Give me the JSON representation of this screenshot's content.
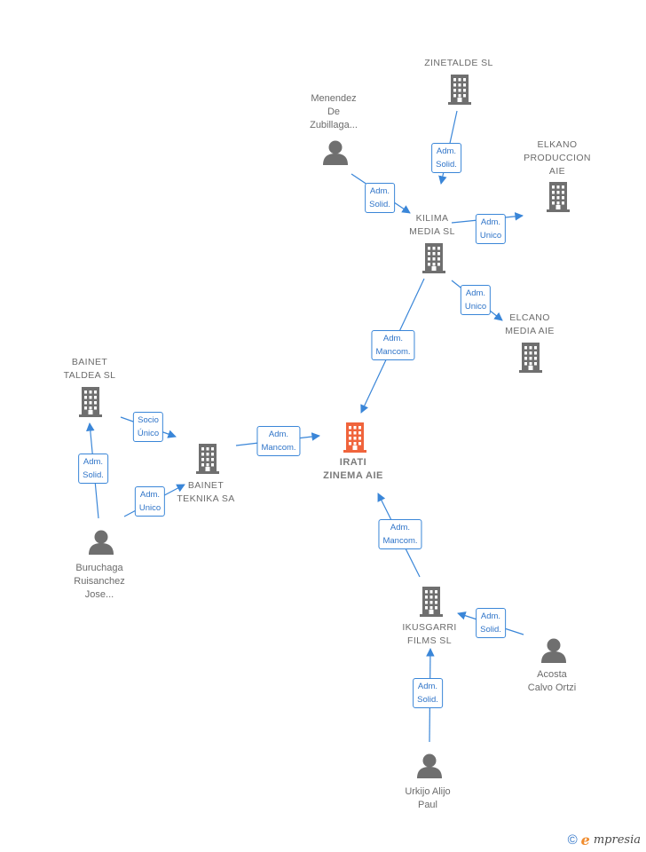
{
  "colors": {
    "edge": "#3a86d8",
    "icon": "#6f6f6f",
    "main_icon": "#f0643c"
  },
  "nodes": {
    "irati": {
      "label": "IRATI\nZINEMA AIE",
      "type": "company",
      "icon": "building-icon",
      "main": true
    },
    "zinetalde": {
      "label": "ZINETALDE SL",
      "type": "company",
      "icon": "building-icon"
    },
    "menendez": {
      "label": "Menendez\nDe\nZubillaga...",
      "type": "person",
      "icon": "person-icon"
    },
    "elkano": {
      "label": "ELKANO\nPRODUCCION\nAIE",
      "type": "company",
      "icon": "building-icon"
    },
    "kilima": {
      "label": "KILIMA\nMEDIA  SL",
      "type": "company",
      "icon": "building-icon"
    },
    "elcano": {
      "label": "ELCANO\nMEDIA  AIE",
      "type": "company",
      "icon": "building-icon"
    },
    "bainet_taldea": {
      "label": "BAINET\nTALDEA  SL",
      "type": "company",
      "icon": "building-icon"
    },
    "bainet_teknika": {
      "label": "BAINET\nTEKNIKA SA",
      "type": "company",
      "icon": "building-icon"
    },
    "buruchaga": {
      "label": "Buruchaga\nRuisanchez\nJose...",
      "type": "person",
      "icon": "person-icon"
    },
    "ikusgarri": {
      "label": "IKUSGARRI\nFILMS  SL",
      "type": "company",
      "icon": "building-icon"
    },
    "acosta": {
      "label": "Acosta\nCalvo Ortzi",
      "type": "person",
      "icon": "person-icon"
    },
    "urkijo": {
      "label": "Urkijo Alijo\nPaul",
      "type": "person",
      "icon": "person-icon"
    }
  },
  "edges": [
    {
      "from": "zinetalde",
      "to": "kilima",
      "label": "Adm.\nSolid."
    },
    {
      "from": "menendez",
      "to": "kilima",
      "label": "Adm.\nSolid."
    },
    {
      "from": "kilima",
      "to": "elkano",
      "label": "Adm.\nUnico"
    },
    {
      "from": "kilima",
      "to": "elcano",
      "label": "Adm.\nUnico"
    },
    {
      "from": "kilima",
      "to": "irati",
      "label": "Adm.\nMancom."
    },
    {
      "from": "bainet_teknika",
      "to": "irati",
      "label": "Adm.\nMancom."
    },
    {
      "from": "bainet_teknika",
      "to": "bainet_taldea",
      "label": "Socio\nÚnico"
    },
    {
      "from": "buruchaga",
      "to": "bainet_taldea",
      "label": "Adm.\nSolid."
    },
    {
      "from": "buruchaga",
      "to": "bainet_teknika",
      "label": "Adm.\nUnico"
    },
    {
      "from": "ikusgarri",
      "to": "irati",
      "label": "Adm.\nMancom."
    },
    {
      "from": "acosta",
      "to": "ikusgarri",
      "label": "Adm.\nSolid."
    },
    {
      "from": "urkijo",
      "to": "ikusgarri",
      "label": "Adm.\nSolid."
    }
  ],
  "footer": {
    "copyright_symbol": "©",
    "brand_initial": "e",
    "brand_rest": "mpresia"
  }
}
